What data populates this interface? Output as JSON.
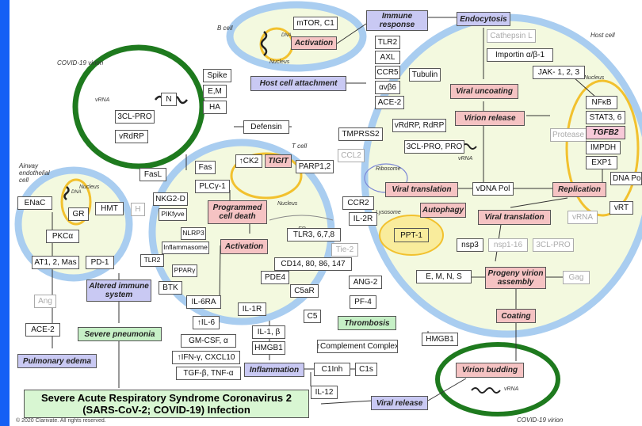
{
  "figure": {
    "title_line1": "Severe Acute Respiratory Syndrome Coronavirus 2",
    "title_line2": "(SARS-CoV-2; COVID-19) Infection",
    "copyright": "© 2020 Clarivate. All rights reserved."
  },
  "region_labels": {
    "b_cell": "B cell",
    "covid_virion_top": "COVID-19 virion",
    "host_cell": "Host cell",
    "t_cell": "T cell",
    "airway": "Airway endothelial cell",
    "nucleus_b": "Nucleus",
    "nucleus_airway": "Nucleus",
    "nucleus_t": "Nucleus",
    "nucleus_host": "Nucleus",
    "er": "ER",
    "ribosome": "Ribosome",
    "lysosome": "Lysosome",
    "covid_virion_bottom": "COVID-19 virion",
    "vrna_top": "vRNA",
    "vrna_mid": "vRNA",
    "vrna_bottom": "vRNA",
    "dna_b": "DNA",
    "dna_airway": "DNA"
  },
  "nodes": {
    "mtor": "mTOR, C1",
    "activation_b": "Activation",
    "immune_response": "Immune response",
    "endocytosis": "Endocytosis",
    "cathepsin": "Cathepsin L",
    "importin": "Importin α/β-1",
    "jak": "JAK- 1, 2, 3",
    "tlr2_top": "TLR2",
    "axl": "AXL",
    "ccr5": "CCR5",
    "tubulin": "Tubulin",
    "avb6": "αvβ6",
    "ace2_top": "ACE-2",
    "spike": "Spike",
    "em_top": "E,M",
    "ha": "HA",
    "n": "N",
    "threecl_virion": "3CL-PRO",
    "vrdrp_virion": "vRdRP",
    "host_attach": "Host cell attachment",
    "defensin": "Defensin",
    "viral_uncoating": "Viral uncoating",
    "virion_release": "Virion release",
    "protease": "Protease",
    "nfkb": "NFκB",
    "stat": "STAT3, 6",
    "tgfb2": "TGFB2",
    "impdh": "IMPDH",
    "exp1": "EXP1",
    "dnapol": "DNA Pol",
    "tmprss2": "TMPRSS2",
    "vrdrp_rdrp": "vRdRP, RdRP",
    "threecl_pro": "3CL-PRO, PRO",
    "ccl2": "CCL2",
    "fas": "Fas",
    "fasl": "FasL",
    "ck2": "↑CK2",
    "tigit": "TIGIT",
    "parp": "PARP1,2",
    "plcg": "PLCγ-1",
    "nkg2d": "NKG2-D",
    "pikfyve": "PIKfyve",
    "pcd": "Programmed cell death",
    "ccr2": "CCR2",
    "il2r": "IL-2R",
    "viral_translation_1": "Viral translation",
    "vdnapol": "vDNA Pol",
    "replication": "Replication",
    "autophagy": "Autophagy",
    "viral_translation_2": "Viral translation",
    "vrna_host": "vRNA",
    "vrt": "vRT",
    "ppt1": "PPT-1",
    "enac": "ENaC",
    "gr": "GR",
    "hmt": "HMT",
    "h": "H",
    "pkca": "PKCα",
    "nlrp3": "NLRP3",
    "inflammasome": "Inflammasome",
    "activation_t": "Activation",
    "tlr3": "TLR3, 6,7,8",
    "tie2": "Tie-2",
    "cd14": "CD14, 80, 86, 147",
    "nsp3": "nsp3",
    "nsp116": "nsp1-16",
    "threecl_host": "3CL-PRO",
    "at1": "AT1, 2, Mas",
    "pd1": "PD-1",
    "tlr2_mid": "TLR2",
    "ppar": "PPARγ",
    "altered": "Altered immune system",
    "pde4": "PDE4",
    "c5ar": "C5aR",
    "ang2": "ANG-2",
    "emns": "E, M, N, S",
    "progeny": "Progeny virion assembly",
    "gag": "Gag",
    "ang": "Ang",
    "btk": "BTK",
    "il6ra": "IL-6RA",
    "il6": "↑IL-6",
    "il1r": "IL-1R",
    "c5": "C5",
    "pf4": "PF-4",
    "coating": "Coating",
    "ace2_low": "ACE-2",
    "severe_pneumonia": "Severe pneumonia",
    "gmcsf": "GM-CSF, α",
    "il1b": "IL-1, β",
    "thrombosis": "Thrombosis",
    "hmgb1_right": "HMGB1",
    "ifng": "↑IFN-γ, CXCL10",
    "hmgb1": "HMGB1",
    "complement": "↑Complement Complex",
    "pulmonary_edema": "Pulmonary edema",
    "tgfb": "TGF-β, TNF-α",
    "inflammation": "Inflammation",
    "c1inh": "C1Inh",
    "c1s": "C1s",
    "virion_budding": "Virion budding",
    "il12": "IL-12",
    "viral_release": "Viral release"
  },
  "colors": {
    "background": "#1560f5",
    "membrane_blue": "#a9cdf0",
    "cell_fill": "#f3f9df",
    "virion_green": "#1e7a1e",
    "nucleus_orange": "#f2c12e",
    "pink": "#f5c3c3",
    "lavender": "#c9c9f3",
    "green_box": "#c6f0c6"
  }
}
